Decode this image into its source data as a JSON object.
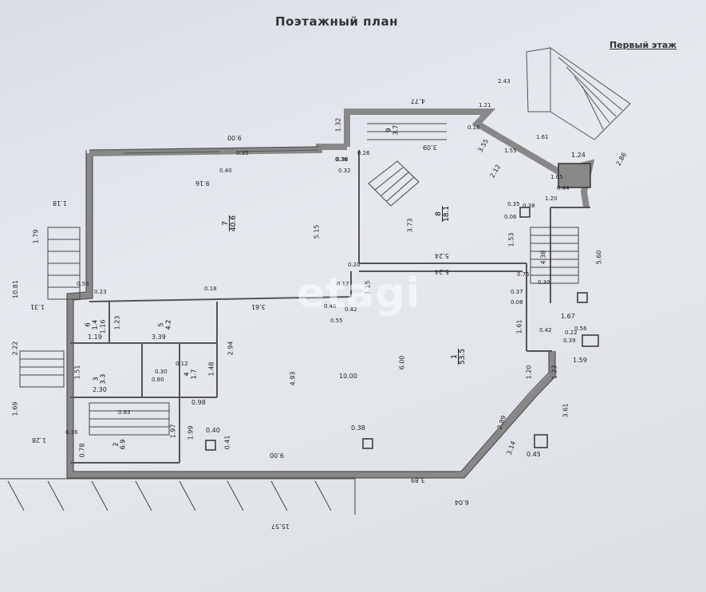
{
  "header": {
    "title": "Поэтажный план",
    "floor": "Первый этаж"
  },
  "watermark": "etagi",
  "rooms": [
    {
      "num": "1",
      "area": "53.5"
    },
    {
      "num": "2",
      "area": "6.9"
    },
    {
      "num": "3",
      "area": "3.3"
    },
    {
      "num": "4",
      "area": "1.7"
    },
    {
      "num": "5",
      "area": "4.2"
    },
    {
      "num": "6",
      "area": "1.4"
    },
    {
      "num": "7",
      "area": "40.6"
    },
    {
      "num": "8",
      "area": "18.1"
    },
    {
      "num": "9",
      "area": "3.7"
    }
  ],
  "dimensions": {
    "top_wall": "9.00",
    "room7_height": "5.15",
    "room7_inner": "9.16",
    "room8_height": "3.73",
    "room8_width_a": "5.24",
    "room8_width_b": "5.24",
    "corridor": "3.61",
    "room1_width": "10.00",
    "room1_height": "6.00",
    "room1_side": "4.93",
    "bottom_wall": "9.00",
    "overall_width": "15.57",
    "overall_right": "6.04",
    "bottom_right": "3.89",
    "left_total": "10.81",
    "left_a": "1.79",
    "left_b": "2.22",
    "left_c": "1.69",
    "left_d": "1.31",
    "left_e": "1.28",
    "left_f": "1.18",
    "right_a": "5.60",
    "right_b": "3.61",
    "right_c": "1.59",
    "right_d": "1.53",
    "right_e": "1.61",
    "right_f": "1.20",
    "right_g": "1.23",
    "diag_a": "2.89",
    "diag_b": "3.14",
    "tower_a": "4.77",
    "tower_b": "1.32",
    "tower_c": "3.55",
    "tower_d": "1.24",
    "tower_e": "2.86",
    "stair_a": "3.09",
    "stair_b": "2.12",
    "col_a": "0.40",
    "col_b": "0.38",
    "col_c": "0.45",
    "col_d": "0.41",
    "small_a": "1.19",
    "small_b": "2.30",
    "small_c": "1.97",
    "small_d": "1.99",
    "small_e": "0.98",
    "small_f": "1.48",
    "small_g": "2.94",
    "small_h": "1.51",
    "small_i": "0.78",
    "small_j": "0.36",
    "small_k": "3.39",
    "small_l": "1.16",
    "small_m": "1.23",
    "small_n": "0.59",
    "small_o": "0.23",
    "small_p": "0.18",
    "small_q": "0.17",
    "small_r": "0.55",
    "small_s": "0.42",
    "small_t": "0.46",
    "small_u": "1.15",
    "small_v": "0.20",
    "small_w": "0.75",
    "small_x": "0.37",
    "small_y": "0.08",
    "small_z": "0.30",
    "small_aa": "1.67",
    "small_ab": "0.56",
    "small_ac": "0.42",
    "small_ad": "0.22",
    "small_ae": "1.65",
    "small_af": "0.06",
    "small_ag": "0.35",
    "small_ah": "0.26",
    "small_ai": "0.36",
    "small_aj": "0.32",
    "small_ak": "0.38",
    "small_al": "0.40",
    "small_am": "0.35",
    "small_an": "0.80",
    "small_ao": "0.30",
    "small_ap": "0.12",
    "small_aq": "0.83",
    "small_ar": "4.38",
    "small_as": "1.20",
    "small_at": "0.44",
    "small_au": "0.38",
    "small_av": "1.21",
    "small_aw": "0.16",
    "small_ax": "1.55",
    "small_ay": "2.43",
    "small_az": "1.61",
    "small_ba": "0.39"
  }
}
